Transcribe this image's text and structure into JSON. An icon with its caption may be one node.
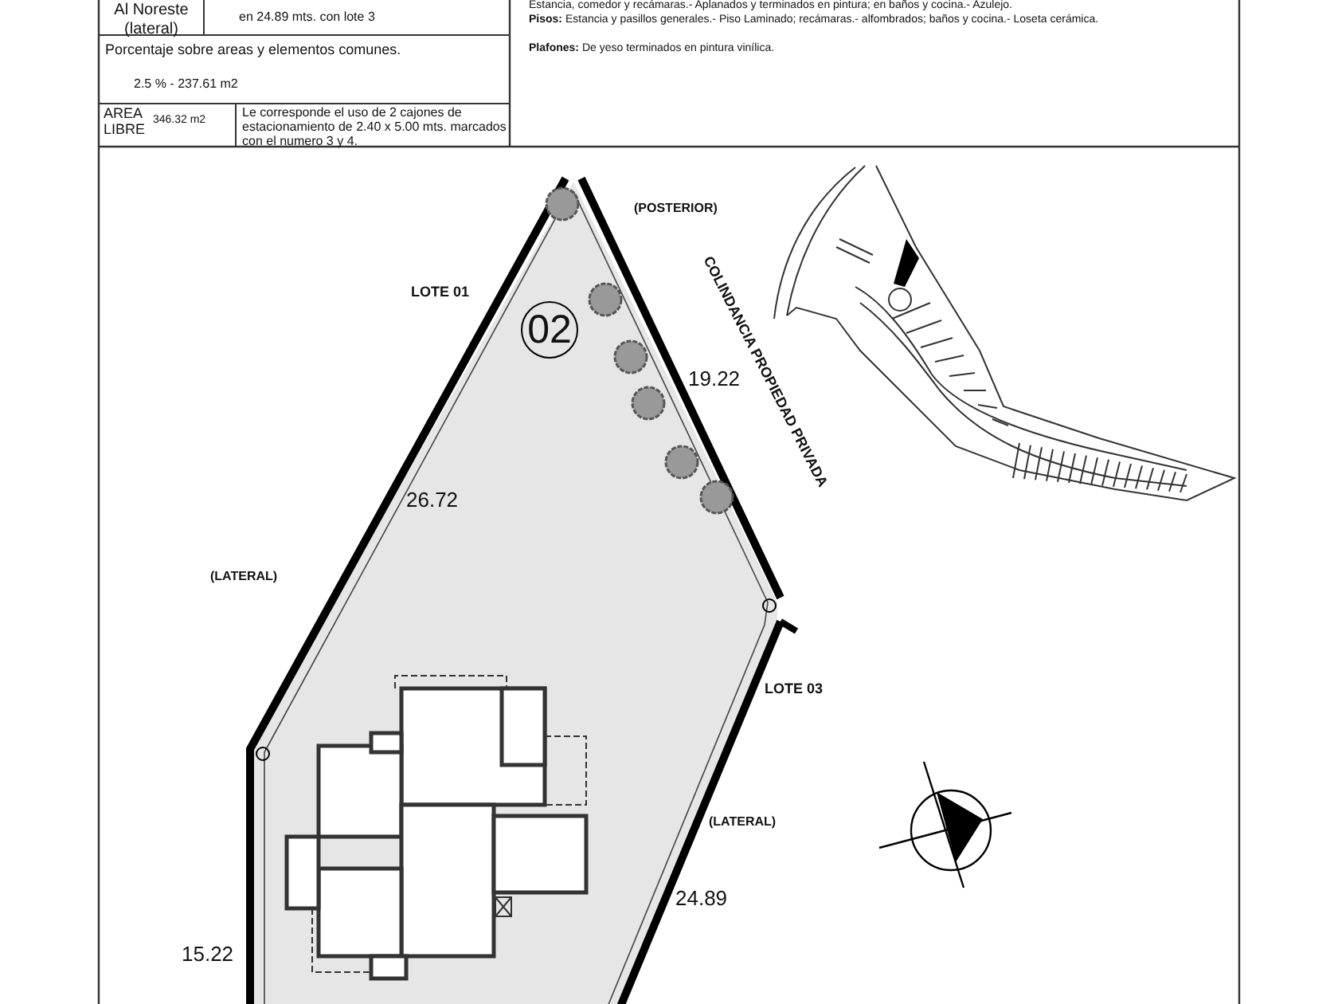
{
  "diagram": {
    "labels": [
      "Al Noreste (lateral)",
      "en 24.89 mts. con lote 3",
      "Porcentaje sobre areas y elementos comunes.",
      "2.5 % - 237.61 m2",
      "AREA LIBRE",
      "346.32 m2",
      "Le corresponde el uso de 2 cajones de estacionamiento de 2.40 x 5.00 mts. marcados con el numero 3 y 4.",
      "Estancia, comedor y recámaras.- Aplanados y terminados en pintura; en baños y cocina.- Azulejo.",
      "**Pisos:** Estancia y pasillos generales.- Piso Laminado; recámaras.- alfombrados; baños y cocina.- Loseta cerámica.",
      "**Plafones:** De yeso terminados en pintura vinílica.",
      "(POSTERIOR)",
      "LOTE 01",
      "02",
      "COLINDANCIA PROPIEDAD PRIVADA",
      "19.22",
      "26.72",
      "(LATERAL)",
      "LOTE 03",
      "(LATERAL)",
      "24.89",
      "15.22"
    ]
  }
}
